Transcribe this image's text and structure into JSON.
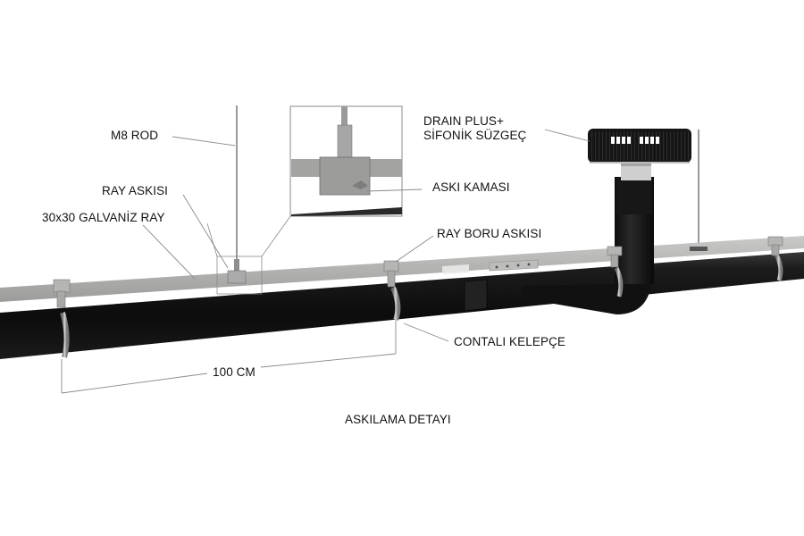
{
  "title": "ASKILAMA DETAYI",
  "labels": {
    "m8_rod": "M8 ROD",
    "ray_askisi": "RAY ASKISI",
    "galvaniz_ray": "30x30 GALVANİZ RAY",
    "aski_kamasi": "ASKI KAMASI",
    "drain_line1": "DRAIN PLUS+",
    "drain_line2": "SİFONİK SÜZGEÇ",
    "ray_boru_askisi": "RAY BORU ASKISI",
    "contali_kelepce": "CONTALI KELEPÇE",
    "dimension": "100 CM"
  },
  "colors": {
    "pipe": "#121212",
    "rail": "#a9a9a7",
    "leader": "#8a8a8a",
    "text": "#111111"
  }
}
